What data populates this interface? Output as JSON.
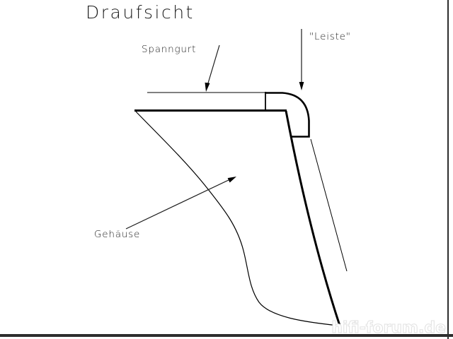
{
  "title": "Draufsicht",
  "labels": {
    "spanngurt": "Spanngurt",
    "leiste": "\"Leiste\"",
    "gehaeuse": "Gehäuse"
  },
  "watermark": "hifi-forum.de",
  "colors": {
    "line": "#000000",
    "frame": "#2d2d2d",
    "background": "#ffffff",
    "watermark": "#ffffff"
  },
  "drawing": {
    "type": "technical-top-view",
    "parts": [
      {
        "name": "Spanngurt",
        "description": "thin horizontal strap band at top, pointed to by down-left arrow"
      },
      {
        "name": "Leiste",
        "description": "rounded corner strip piece at top right, pointed to by vertical arrow"
      },
      {
        "name": "Gehäuse",
        "description": "large housing outline with S-curved left edge and steep right edge, pointed to by up-right arrow"
      }
    ]
  }
}
